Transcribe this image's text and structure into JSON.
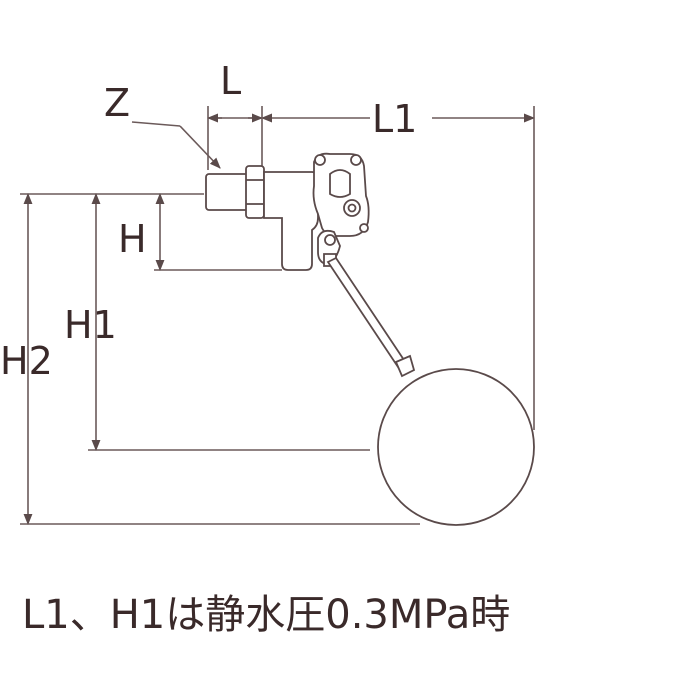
{
  "diagram": {
    "labels": {
      "z": "Z",
      "l": "L",
      "l1": "L1",
      "h": "H",
      "h1": "H1",
      "h2": "H2"
    },
    "note": "L1、H1は静水圧0.3MPa時"
  },
  "colors": {
    "line": "#6b5a5a",
    "outline": "#5a4a4a",
    "text": "#3a2a2a",
    "background": "#ffffff"
  }
}
